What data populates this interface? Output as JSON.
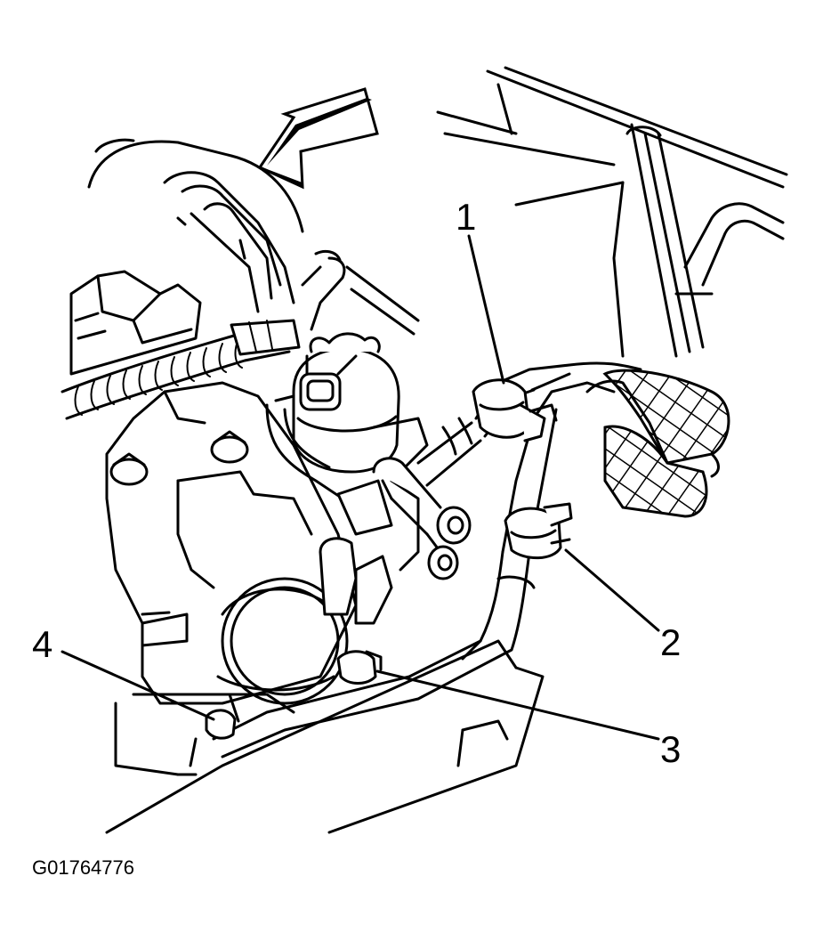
{
  "figure": {
    "id": "G01764776"
  },
  "callouts": [
    {
      "label": "1"
    },
    {
      "label": "2"
    },
    {
      "label": "3"
    },
    {
      "label": "4"
    }
  ],
  "colors": {
    "line": "#000000",
    "background": "#ffffff"
  }
}
